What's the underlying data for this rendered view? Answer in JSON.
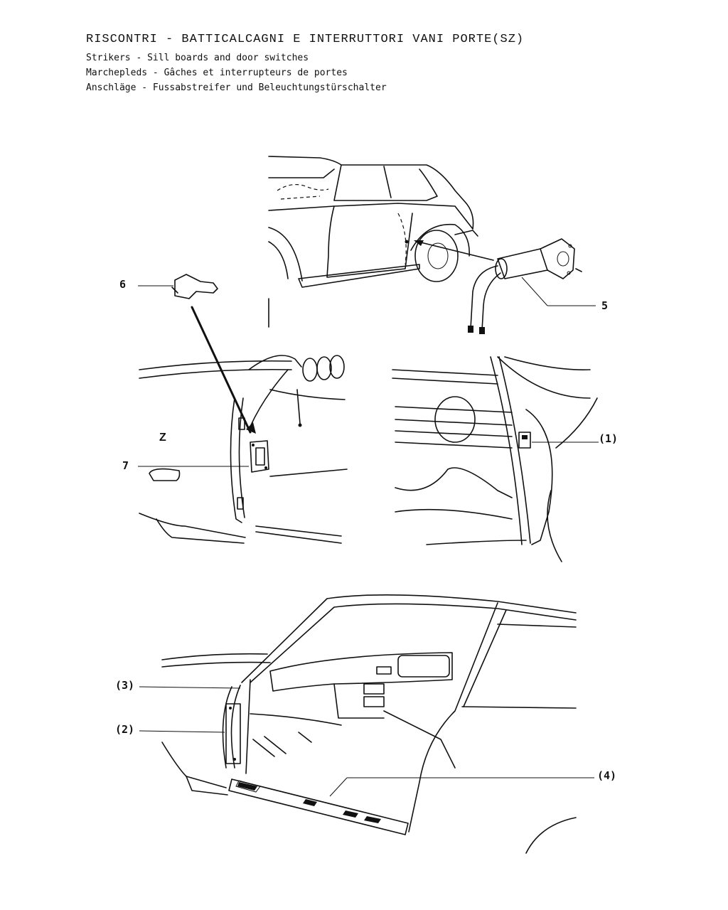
{
  "header": {
    "title": "RISCONTRI - BATTICALCAGNI E INTERRUTTORI VANI PORTE(SZ)",
    "lines": [
      "Strikers - Sill boards and door switches",
      "Marchepleds - Gâches et interrupteurs de portes",
      "Anschläge - Fussabstreifer und Beleuchtungstürschalter"
    ]
  },
  "callouts": {
    "c6": "6",
    "c5": "5",
    "c7": "7",
    "c1": "(1)",
    "c3": "(3)",
    "c2": "(2)",
    "c4": "(4)"
  },
  "figure": {
    "badge": "Z"
  }
}
